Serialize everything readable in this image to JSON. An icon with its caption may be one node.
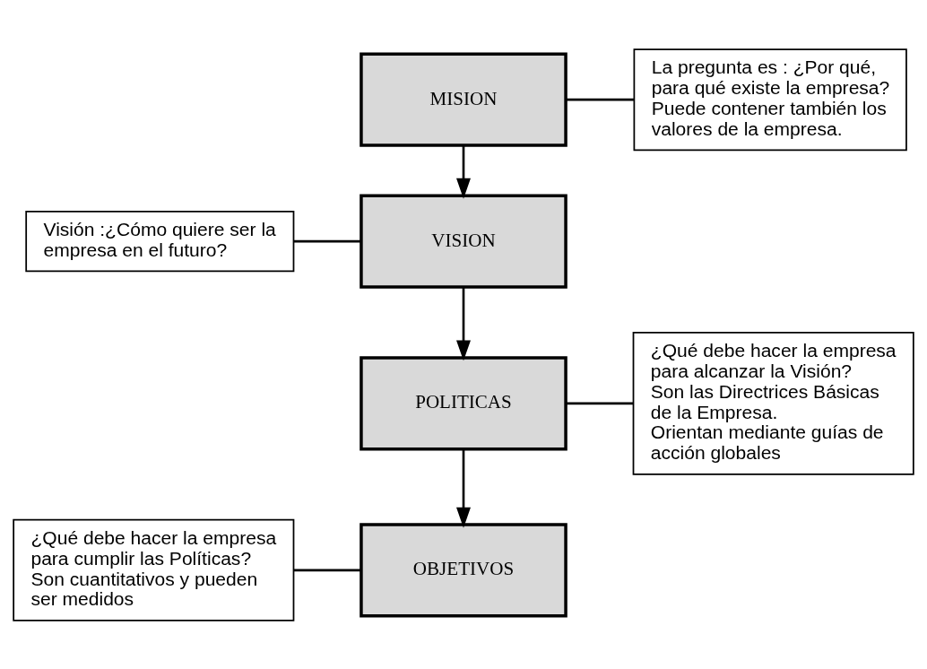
{
  "diagram": {
    "nodes": [
      {
        "text": [
          "MISION"
        ]
      },
      {
        "text": [
          "La pregunta es : ¿Por qué, para qué existe la empresa?",
          "Puede contener también los valores de la empresa."
        ]
      },
      {
        "text": [
          "Visión :¿Cómo quiere ser la empresa en el futuro?"
        ]
      },
      {
        "text": [
          "VISION"
        ]
      },
      {
        "text": [
          "¿Qué debe hacer la empresa para alcanzar la Visión?",
          "Son las Directrices Básicas de la Empresa.",
          "Orientan mediante guías de acción globales"
        ]
      },
      {
        "text": [
          "POLITICAS"
        ]
      },
      {
        "text": [
          "¿Qué debe hacer la empresa para cumplir las Políticas?",
          "Son cuantitativos y pueden ser medidos"
        ]
      },
      {
        "text": [
          "OBJETIVOS"
        ]
      }
    ],
    "edges": [
      {
        "from": 0,
        "to": 3,
        "arrow": "to"
      },
      {
        "from": 3,
        "to": 5,
        "arrow": "to"
      },
      {
        "from": 5,
        "to": 7,
        "arrow": "to"
      },
      {
        "from": 0,
        "to": 1,
        "arrow": "none"
      },
      {
        "from": 2,
        "to": 3,
        "arrow": "none"
      },
      {
        "from": 5,
        "to": 4,
        "arrow": "none"
      },
      {
        "from": 6,
        "to": 7,
        "arrow": "none"
      }
    ]
  }
}
